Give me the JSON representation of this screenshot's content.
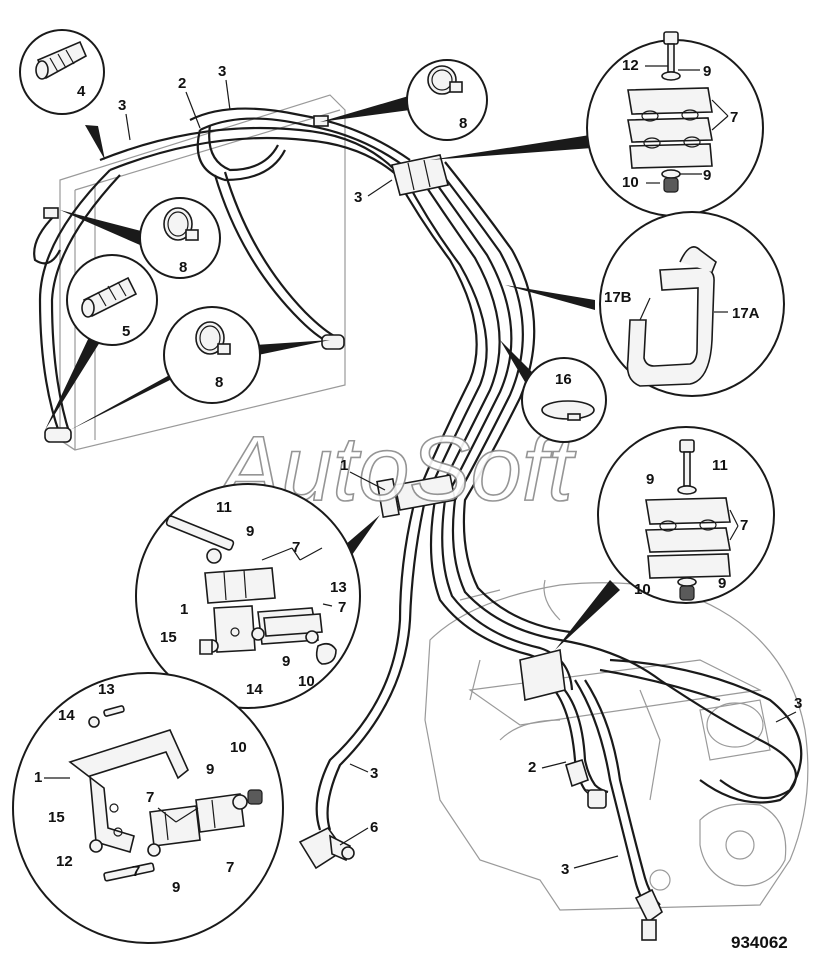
{
  "figure": {
    "reference_number": "934062",
    "watermark": "AutoSoft"
  },
  "callouts": {
    "c1_a": "1",
    "c1_b": "1",
    "c1_c": "1",
    "c2_a": "2",
    "c2_b": "2",
    "c3_a": "3",
    "c3_b": "3",
    "c3_c": "3",
    "c3_d": "3",
    "c3_e": "3",
    "c3_f": "3",
    "c4": "4",
    "c5": "5",
    "c6": "6",
    "c7_a": "7",
    "c7_b": "7",
    "c7_c": "7",
    "c7_d": "7",
    "c7_e": "7",
    "c7_f": "7",
    "c7_g": "7",
    "c8_a": "8",
    "c8_b": "8",
    "c8_c": "8",
    "c9_a": "9",
    "c9_b": "9",
    "c9_c": "9",
    "c9_d": "9",
    "c9_e": "9",
    "c9_f": "9",
    "c9_g": "9",
    "c9_h": "9",
    "c10_a": "10",
    "c10_b": "10",
    "c10_c": "10",
    "c10_d": "10",
    "c11_a": "11",
    "c11_b": "11",
    "c12_a": "12",
    "c12_b": "12",
    "c13_a": "13",
    "c13_b": "13",
    "c14_a": "14",
    "c14_b": "14",
    "c15_a": "15",
    "c15_b": "15",
    "c16": "16",
    "c17a": "17A",
    "c17b": "17B"
  }
}
